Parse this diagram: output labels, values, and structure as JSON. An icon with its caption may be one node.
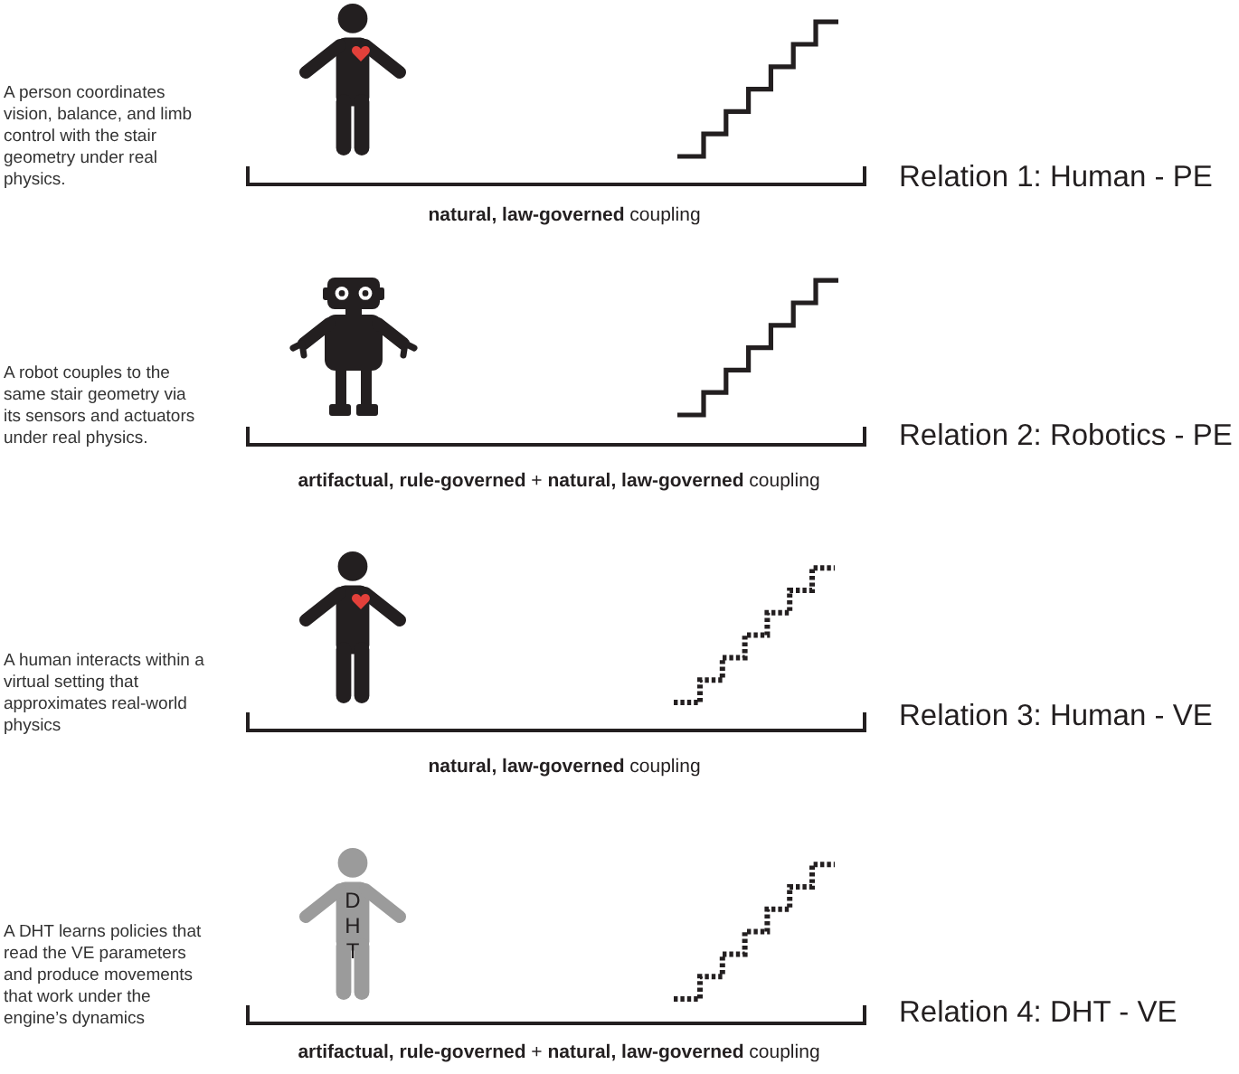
{
  "diagram": {
    "nodes": [
      {
        "text": [],
        "shape": "person"
      },
      {
        "text": [],
        "shape": "robot"
      },
      {
        "text": [],
        "shape": "person"
      },
      {
        "text": [
          "DHT"
        ]
      }
    ],
    "labels": [
      "A person coordinates vision, balance, and limb control with the stair geometry under real physics.",
      "Relation 1: Human - PE",
      "**natural, law-governed** coupling",
      "A robot couples to the same stair geometry via its sensors and actuators under real physics.",
      "Relation 2: Robotics - PE",
      "**artifactual, rule-governed** + **natural, law-governed** coupling",
      "A human interacts within a virtual setting that approximates real-world physics",
      "Relation 3: Human - VE",
      "**natural, law-governed** coupling",
      "A DHT learns policies that read the VE parameters and produce movements that work under the engine’s dynamics",
      "Relation 4: DHT - VE",
      "**artifactual, rule-governed** + **natural, law-governed** coupling"
    ]
  }
}
